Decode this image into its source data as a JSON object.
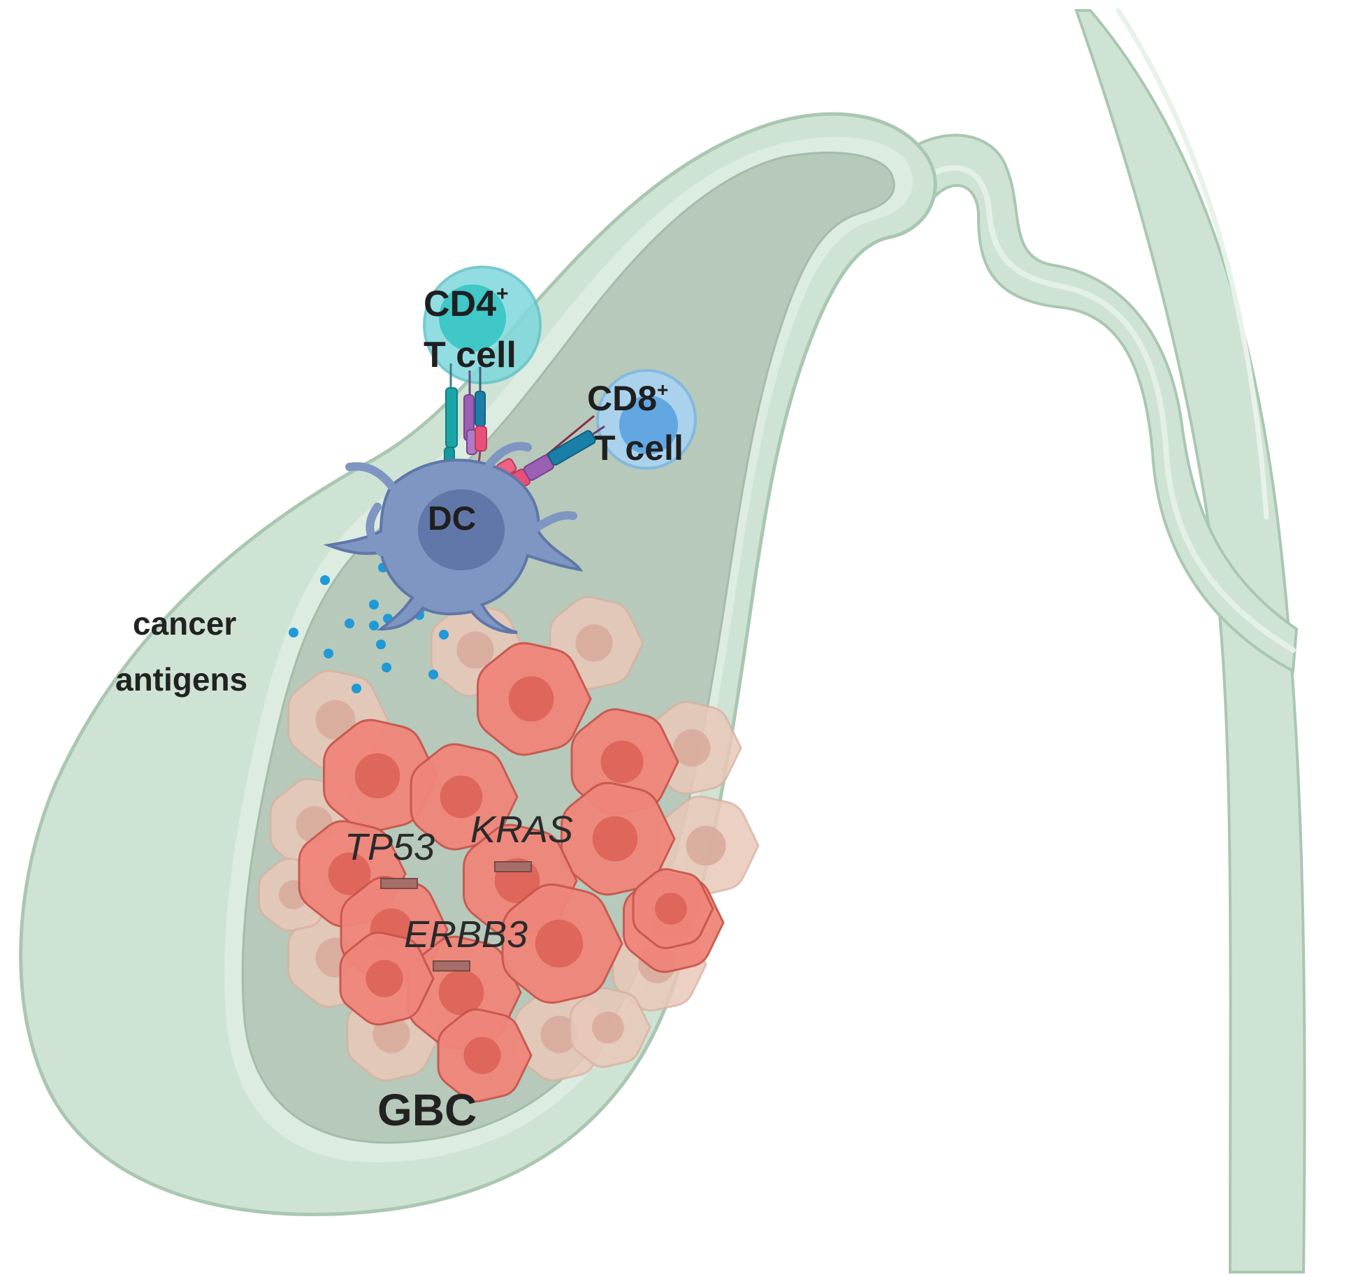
{
  "colors": {
    "tissue_outer": "#cfe3d4",
    "tissue_stroke": "#a9c7b1",
    "lumen": "#b6c9ba",
    "lining": "#dcece0",
    "tumor": "#f0857a",
    "tumor_nucleus": "#dd6459",
    "tumor_faded": "#e9c8b9",
    "antigen": "#1f9ad6",
    "cd4": "#7fd8dc",
    "cd8": "#a9d3f2",
    "dc": "#7f95c2"
  },
  "labels": {
    "cd4": "CD4",
    "cd4_sup": "+",
    "cd4_line2": "T cell",
    "cd8": "CD8",
    "cd8_sup": "+",
    "cd8_line2": "T cell",
    "dc": "DC",
    "antigens_line1": "cancer",
    "antigens_line2": "antigens",
    "tumor": "GBC"
  },
  "genes": [
    "TP53",
    "KRAS",
    "ERBB3"
  ]
}
